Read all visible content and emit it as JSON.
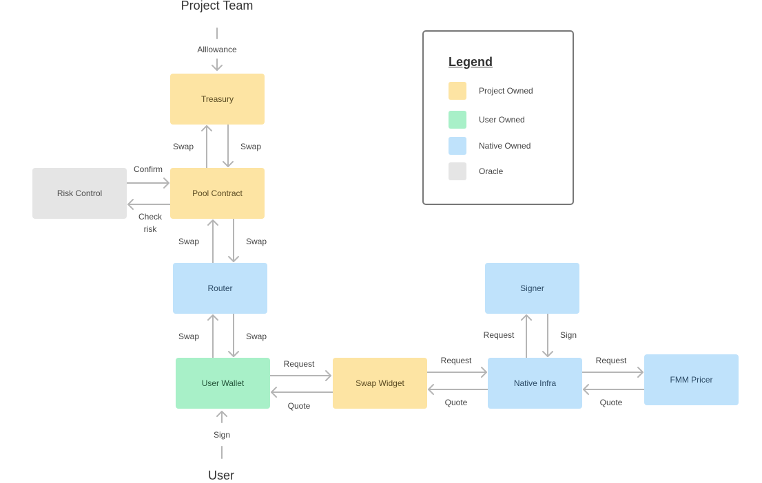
{
  "actors": {
    "top": "Project Team",
    "bottom": "User"
  },
  "nodes": {
    "treasury": {
      "label": "Treasury",
      "owner": "project"
    },
    "pool_contract": {
      "label": "Pool Contract",
      "owner": "project"
    },
    "risk_control": {
      "label": "Risk Control",
      "owner": "oracle"
    },
    "router": {
      "label": "Router",
      "owner": "native"
    },
    "user_wallet": {
      "label": "User Wallet",
      "owner": "user"
    },
    "swap_widget": {
      "label": "Swap Widget",
      "owner": "project"
    },
    "native_infra": {
      "label": "Native Infra",
      "owner": "native"
    },
    "signer": {
      "label": "Signer",
      "owner": "native"
    },
    "fmm_pricer": {
      "label": "FMM Pricer",
      "owner": "native"
    }
  },
  "edges": {
    "allowance": "Alllowance",
    "pool_to_treasury": "Swap",
    "treasury_to_pool": "Swap",
    "risk_to_pool": "Confirm",
    "pool_to_risk": "Check risk",
    "router_to_pool": "Swap",
    "pool_to_router": "Swap",
    "wallet_to_router": "Swap",
    "router_to_wallet": "Swap",
    "wallet_to_widget": "Request",
    "widget_to_wallet": "Quote",
    "widget_to_infra": "Request",
    "infra_to_widget": "Quote",
    "infra_to_signer": "Request",
    "signer_to_infra": "Sign",
    "infra_to_pricer": "Request",
    "pricer_to_infra": "Quote",
    "user_sign": "Sign"
  },
  "legend": {
    "title": "Legend",
    "items": [
      {
        "label": "Project Owned",
        "color": "#fde4a3"
      },
      {
        "label": "User Owned",
        "color": "#a8f0c8"
      },
      {
        "label": "Native Owned",
        "color": "#bfe2fb"
      },
      {
        "label": "Oracle",
        "color": "#e5e5e5"
      }
    ]
  },
  "colors": {
    "arrow": "#b5b5b5"
  }
}
